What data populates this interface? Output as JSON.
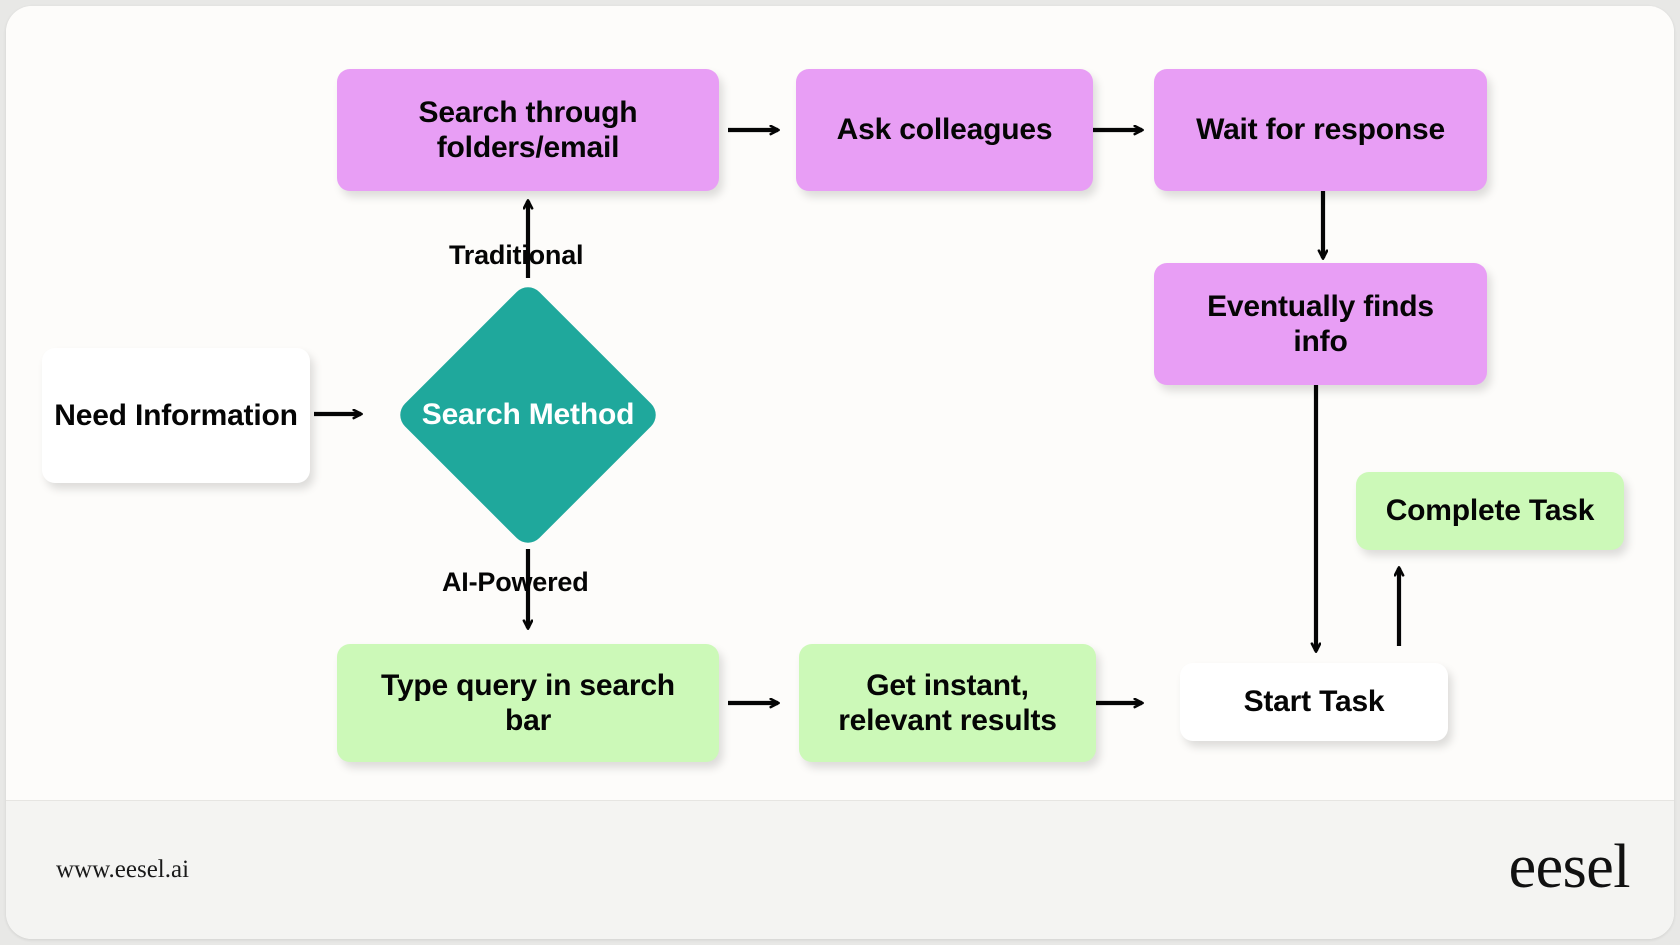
{
  "diagram": {
    "type": "flowchart",
    "title": "Search Method",
    "start_node": {
      "label": "Need Information"
    },
    "decision": {
      "label": "Search Method",
      "branches": [
        "Traditional",
        "AI-Powered"
      ]
    },
    "branch_labels": {
      "traditional": "Traditional",
      "ai_powered": "AI-Powered"
    },
    "traditional_path": [
      {
        "label": "Search through folders/email"
      },
      {
        "label": "Ask colleagues"
      },
      {
        "label": "Wait for response"
      },
      {
        "label": "Eventually finds info"
      }
    ],
    "ai_path": [
      {
        "label": "Type query in search bar"
      },
      {
        "label": "Get instant, relevant results"
      }
    ],
    "outcome_nodes": [
      {
        "label": "Start Task"
      },
      {
        "label": "Complete Task"
      }
    ],
    "colors": {
      "traditional": "#e89ef5",
      "ai": "#ccf9b8",
      "decision": "#1fa89c",
      "neutral": "#ffffff",
      "canvas": "#fdfcfa",
      "footer": "#f4f4f2",
      "edge": "#050505"
    }
  },
  "footer": {
    "url": "www.eesel.ai",
    "logo": "eesel"
  }
}
